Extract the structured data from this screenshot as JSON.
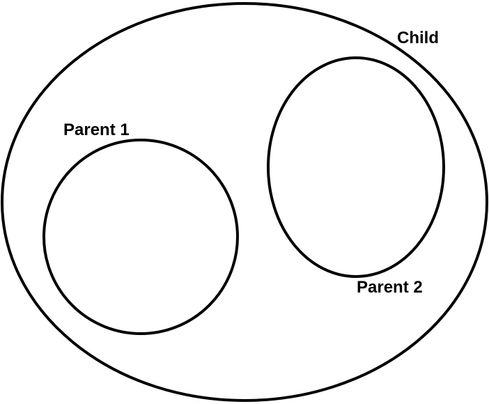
{
  "diagram": {
    "type": "venn",
    "stroke_color": "#000000",
    "background_color": "#ffffff",
    "sets": {
      "child": {
        "label": "Child"
      },
      "parent_1": {
        "label": "Parent 1"
      },
      "parent_2": {
        "label": "Parent 2"
      }
    }
  }
}
